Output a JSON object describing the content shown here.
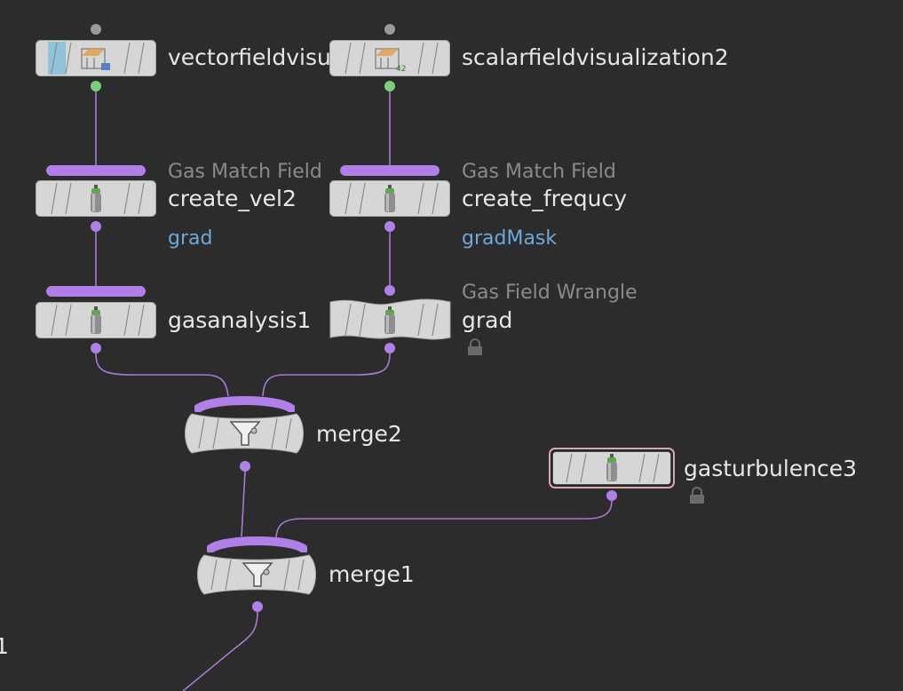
{
  "colors": {
    "background": "#2c2c2c",
    "wire": "#a57ad2",
    "input_bar": "#b080e8",
    "node_body": "#d6d6d6",
    "selected_outline": "#d8a8a8",
    "context_text": "#6ea8dc",
    "type_text": "#8a8a8a",
    "name_text": "#e6e6e6"
  },
  "nodes": {
    "vectorfield": {
      "name": "vectorfieldvisu",
      "icon": "vis-icon"
    },
    "scalarfield": {
      "name": "scalarfieldvisualization2",
      "icon": "vis-icon",
      "icon_badge": "42"
    },
    "create_vel2": {
      "type": "Gas Match Field",
      "name": "create_vel2",
      "context": "grad",
      "icon": "gas-bottle-icon"
    },
    "create_frequcy": {
      "type": "Gas Match Field",
      "name": "create_frequcy",
      "context": "gradMask",
      "icon": "gas-bottle-icon"
    },
    "gasanalysis1": {
      "name": "gasanalysis1",
      "icon": "gas-bottle-icon"
    },
    "grad_wrangle": {
      "type": "Gas Field Wrangle",
      "name": "grad",
      "icon": "gas-bottle-icon",
      "locked": true
    },
    "merge2": {
      "name": "merge2",
      "icon": "funnel-icon"
    },
    "gasturbulence3": {
      "name": "gasturbulence3",
      "icon": "gas-bottle-icon",
      "locked": true
    },
    "merge1": {
      "name": "merge1",
      "icon": "funnel-icon"
    }
  },
  "edge_label": "1"
}
